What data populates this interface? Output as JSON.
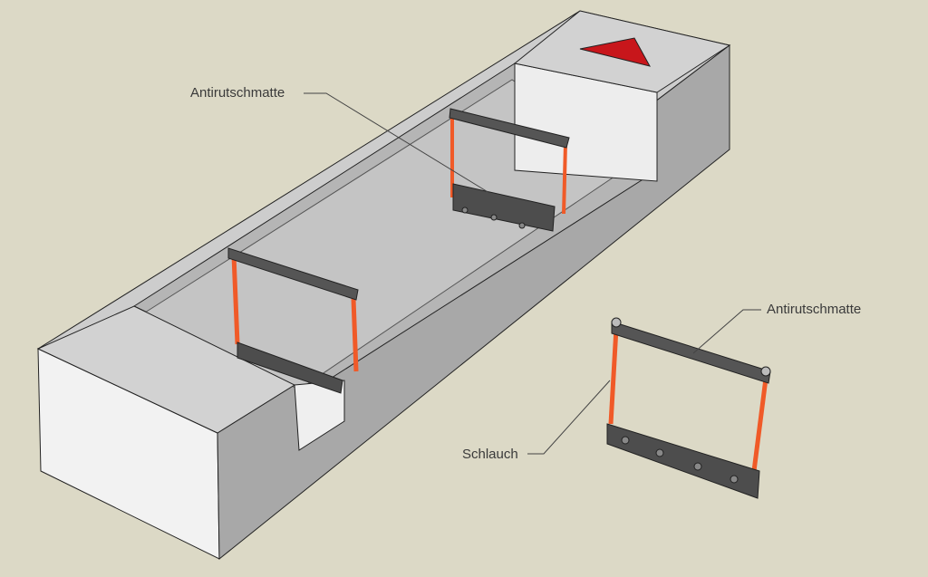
{
  "labels": {
    "mat_top": "Antirutschmatte",
    "mat_right": "Antirutschmatte",
    "hose": "Schlauch"
  },
  "colors": {
    "background": "#dcd9c6",
    "hose": "#f05a28",
    "arrow": "#c8161b",
    "bar": "#5a5a5a"
  }
}
